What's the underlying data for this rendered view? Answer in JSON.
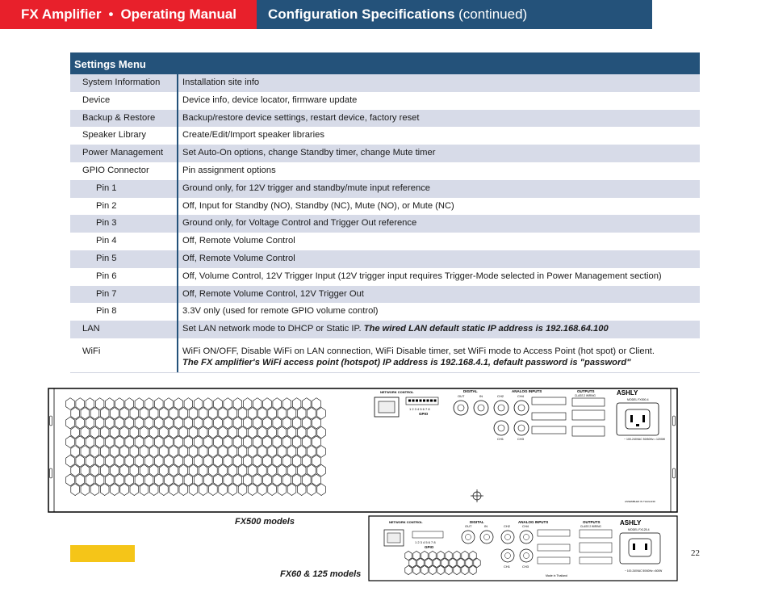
{
  "header": {
    "left_product": "FX Amplifier",
    "left_bullet": "•",
    "left_doc": "Operating Manual",
    "right_bold": "Configuration Specifications",
    "right_normal": "(continued)"
  },
  "table": {
    "title": "Settings Menu",
    "rows": [
      {
        "name": "System Information",
        "desc": "Installation site info"
      },
      {
        "name": "Device",
        "desc": "Device info, device locator, firmware update"
      },
      {
        "name": "Backup & Restore",
        "desc": "Backup/restore device settings, restart device, factory reset"
      },
      {
        "name": "Speaker Library",
        "desc": "Create/Edit/Import speaker libraries"
      },
      {
        "name": "Power Management",
        "desc": "Set Auto-On options, change Standby timer, change Mute timer"
      },
      {
        "name": "GPIO Connector",
        "desc": "Pin assignment options"
      },
      {
        "name": "Pin 1",
        "desc": "Ground only, for 12V trigger and standby/mute input reference"
      },
      {
        "name": "Pin 2",
        "desc": "Off, Input for Standby (NO), Standby (NC), Mute (NO), or Mute (NC)"
      },
      {
        "name": "Pin 3",
        "desc": "Ground only, for Voltage Control and Trigger Out reference"
      },
      {
        "name": "Pin 4",
        "desc": "Off, Remote Volume Control"
      },
      {
        "name": "Pin 5",
        "desc": "Off, Remote Volume Control"
      },
      {
        "name": "Pin 6",
        "desc": "Off, Volume Control, 12V Trigger Input (12V trigger input requires Trigger-Mode selected in Power Management section)"
      },
      {
        "name": "Pin 7",
        "desc": "Off, Remote Volume Control, 12V Trigger Out"
      },
      {
        "name": "Pin 8",
        "desc": "3.3V only (used for remote GPIO volume control)"
      },
      {
        "name": "LAN",
        "desc": "Set LAN network mode to DHCP or Static IP.",
        "desc_bold": "The wired LAN default static IP address is 192.168.64.100"
      },
      {
        "name": "WiFi",
        "desc": "WiFi ON/OFF, Disable WiFi on LAN connection, WiFi Disable timer, set WiFi mode to Access Point (hot spot) or Client.",
        "desc_bold": "The FX amplifier's WiFi access point (hotspot) IP address is 192.168.4.1, default password is \"password\""
      }
    ]
  },
  "figure": {
    "fx500": {
      "network_label": "NETWORK CONTROL",
      "gpio_label": "GPIO",
      "gpio_pins": "1 2 3 4 5 6 7 8",
      "digital_label": "DIGITAL",
      "digital_out": "OUT",
      "digital_in": "IN",
      "analog_label": "ANALOG INPUTS",
      "ch_labels": [
        "CH2",
        "CH4",
        "CH1",
        "CH3"
      ],
      "outputs_label": "OUTPUTS",
      "outputs_sub": "CLASS 2 WIRING",
      "brand": "ASHLY",
      "model": "MODEL FX500.4",
      "power_spec": "~ 100-240VAC 50/60Hz • 1200W",
      "serial": "ASSEMBLED IN THAILAND"
    },
    "fx60": {
      "network_label": "NETWORK CONTROL",
      "gpio_label": "GPIO",
      "gpio_pins": "1 2 3 4 5 6 7 8",
      "digital_label": "DIGITAL",
      "digital_out": "OUT",
      "digital_in": "IN",
      "analog_label": "ANALOG INPUTS",
      "ch_labels": [
        "CH2",
        "CH4",
        "CH1",
        "CH3"
      ],
      "outputs_label": "OUTPUTS",
      "outputs_sub": "CLASS 2 WIRING",
      "brand": "ASHLY",
      "model": "MODEL FX125.4",
      "power_spec": "~ 100-240VAC 50/60Hz • 600W",
      "bottom_note": "Made in Thailand"
    },
    "caption_fx500": "FX500 models",
    "caption_fx60": "FX60 & 125 models"
  },
  "page_number": "22",
  "colors": {
    "header_red": "#e8202b",
    "header_blue": "#24527a",
    "row_alt": "#d7dbe8",
    "tab_yellow": "#f5c518"
  }
}
